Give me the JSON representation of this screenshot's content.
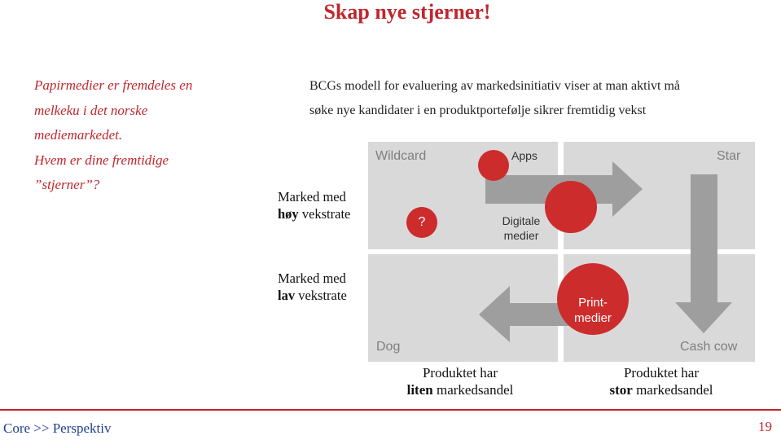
{
  "title": "Skap nye stjerner!",
  "sidebar": {
    "lines": [
      "Papirmedier er fremdeles en",
      "melkeku i det norske",
      "mediemarkedet.",
      "Hvem er dine fremtidige",
      "”stjerner”?"
    ]
  },
  "intro": {
    "line1": "BCGs modell for evaluering av markedsinitiativ viser at man aktivt må",
    "line2": "søke nye kandidater i en produktportefølje sikrer fremtidig vekst"
  },
  "rows": {
    "high": {
      "prefix": "Marked med",
      "bold": "høy",
      "suffix": " vekstrate"
    },
    "low": {
      "prefix": "Marked med",
      "bold": "lav",
      "suffix": " vekstrate"
    }
  },
  "quadrants": {
    "wildcard": "Wildcard",
    "star": "Star",
    "dog": "Dog",
    "cashcow": "Cash cow"
  },
  "items": {
    "apps": "Apps",
    "question": "?",
    "digital_line1": "Digitale",
    "digital_line2": "medier",
    "print_line1": "Print-",
    "print_line2": "medier"
  },
  "columns": {
    "low": {
      "line1": "Produktet har",
      "bold": "liten",
      "suffix": " markedsandel"
    },
    "high": {
      "line1": "Produktet har",
      "bold": "stor",
      "suffix": " markedsandel"
    }
  },
  "footer": {
    "left": "Core >> Perspektiv",
    "page": "19"
  },
  "colors": {
    "accent": "#c0272d",
    "circle": "#cd2c2c",
    "quadrant": "#d9d9d9",
    "arrow": "#9e9e9e",
    "footer_text": "#1f3f8f"
  }
}
